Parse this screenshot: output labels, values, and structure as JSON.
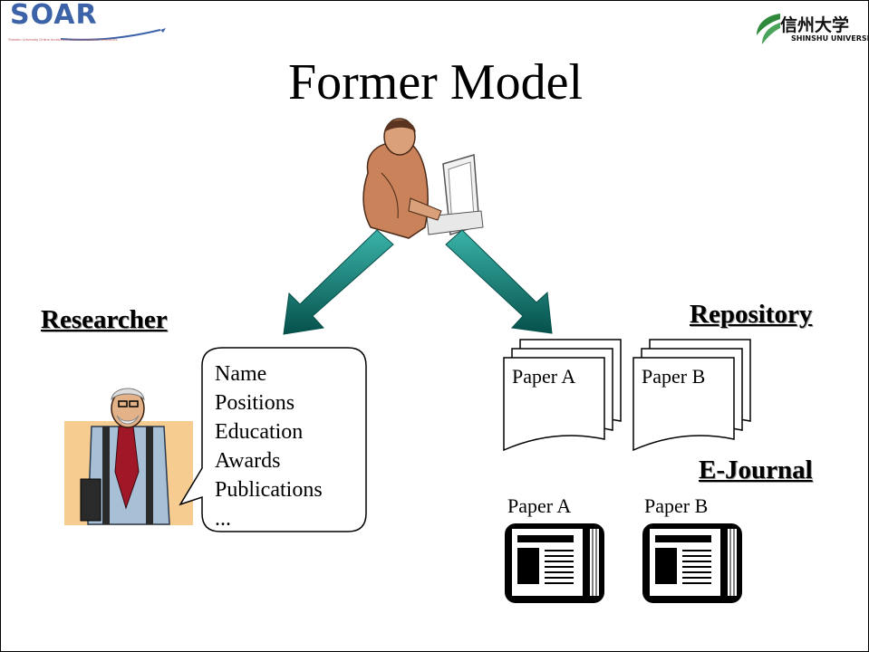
{
  "header": {
    "soar_logo_text": "SOAR",
    "soar_logo_subtext": "Shinshu University Online Archives of General Academic Resources",
    "university_name_jp": "信州大学",
    "university_name_en": "SHINSHU UNIVERSITY"
  },
  "slide": {
    "title": "Former Model"
  },
  "labels": {
    "researcher": "Researcher",
    "repository": "Repository",
    "ejournal": "E-Journal"
  },
  "speech_bubble": {
    "lines": [
      "Name",
      "Positions",
      "Education",
      "Awards",
      "Publications",
      "..."
    ]
  },
  "repository_docs": [
    {
      "label": "Paper A"
    },
    {
      "label": "Paper B"
    }
  ],
  "journal_docs": [
    {
      "label": "Paper A"
    },
    {
      "label": "Paper B"
    }
  ],
  "colors": {
    "arrow": "#0d7f7a",
    "logo_blue": "#3c63a8",
    "logo_green": "#2f8a3c"
  }
}
